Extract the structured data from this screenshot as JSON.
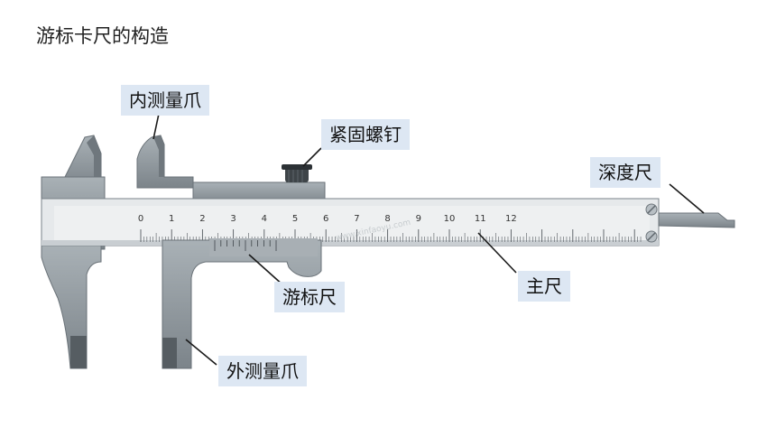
{
  "title": "游标卡尺的构造",
  "labels": {
    "inner_jaw": "内测量爪",
    "lock_screw": "紧固螺钉",
    "depth_rod": "深度尺",
    "vernier": "游标尺",
    "main_scale": "主尺",
    "outer_jaw": "外测量爪"
  },
  "main_scale_numbers": [
    "0",
    "1",
    "2",
    "3",
    "4",
    "5",
    "6",
    "7",
    "8",
    "9",
    "10",
    "11",
    "12"
  ],
  "watermark": "www.xinfaoyu.com",
  "colors": {
    "label_bg": "#dde7f3",
    "body_gray": "#8a9196",
    "body_light": "#b9c0c5",
    "scale_face": "#e8ebed",
    "ink": "#333333"
  }
}
